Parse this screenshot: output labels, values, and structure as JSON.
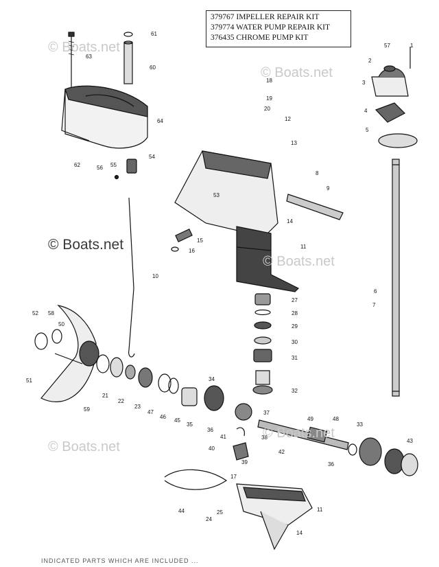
{
  "kit_box": {
    "lines": [
      "379767 IMPELLER REPAIR KIT",
      "379774 WATER PUMP REPAIR KIT",
      "376435 CHROME PUMP KIT"
    ]
  },
  "watermarks": {
    "main": "© Boats.net",
    "faint": "© Boats.net"
  },
  "callouts": [
    "61",
    "63",
    "60",
    "64",
    "62",
    "54",
    "56",
    "55",
    "18",
    "19",
    "20",
    "12",
    "13",
    "8",
    "9",
    "53",
    "14",
    "15",
    "16",
    "11",
    "10",
    "57",
    "1",
    "2",
    "3",
    "4",
    "5",
    "6",
    "7",
    "27",
    "28",
    "29",
    "30",
    "31",
    "32",
    "52",
    "58",
    "50",
    "51",
    "59",
    "21",
    "22",
    "23",
    "47",
    "46",
    "45",
    "35",
    "34",
    "37",
    "36",
    "38",
    "41",
    "40",
    "39",
    "49",
    "48",
    "42",
    "33",
    "43",
    "36",
    "17",
    "44",
    "25",
    "24",
    "11",
    "14"
  ],
  "footer_text": "INDICATED PARTS WHICH ARE INCLUDED ..."
}
